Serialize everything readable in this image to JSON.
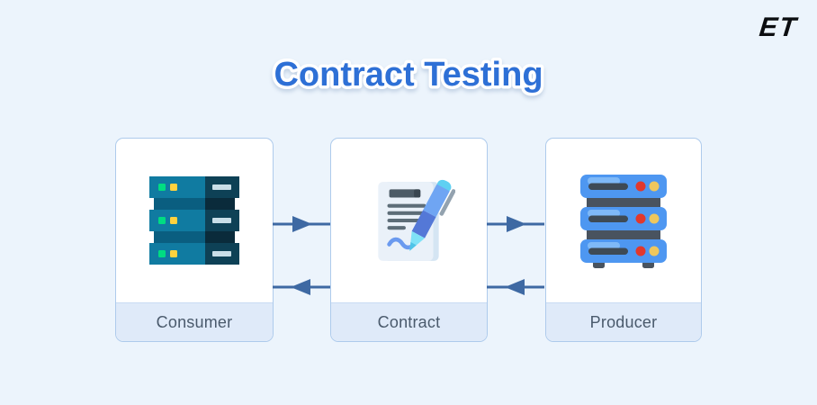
{
  "page": {
    "title": "Contract Testing",
    "logo_text": "ET",
    "background_color": "#ECF4FC",
    "title_color": "#2F6FD6"
  },
  "diagram": {
    "nodes": [
      {
        "id": "consumer",
        "label": "Consumer",
        "icon": "teal-server-rack-icon"
      },
      {
        "id": "contract",
        "label": "Contract",
        "icon": "document-and-pen-icon"
      },
      {
        "id": "producer",
        "label": "Producer",
        "icon": "blue-server-rack-icon"
      }
    ],
    "connections": [
      {
        "from": "Consumer",
        "to": "Contract",
        "direction": "right"
      },
      {
        "from": "Contract",
        "to": "Consumer",
        "direction": "left"
      },
      {
        "from": "Contract",
        "to": "Producer",
        "direction": "right"
      },
      {
        "from": "Producer",
        "to": "Contract",
        "direction": "left"
      }
    ],
    "colors": {
      "arrow": "#3E69A3",
      "card_border": "#AECBEC",
      "card_background": "#FFFFFF",
      "label_background": "#DFEAF9",
      "label_text": "#4A5A6C"
    }
  }
}
